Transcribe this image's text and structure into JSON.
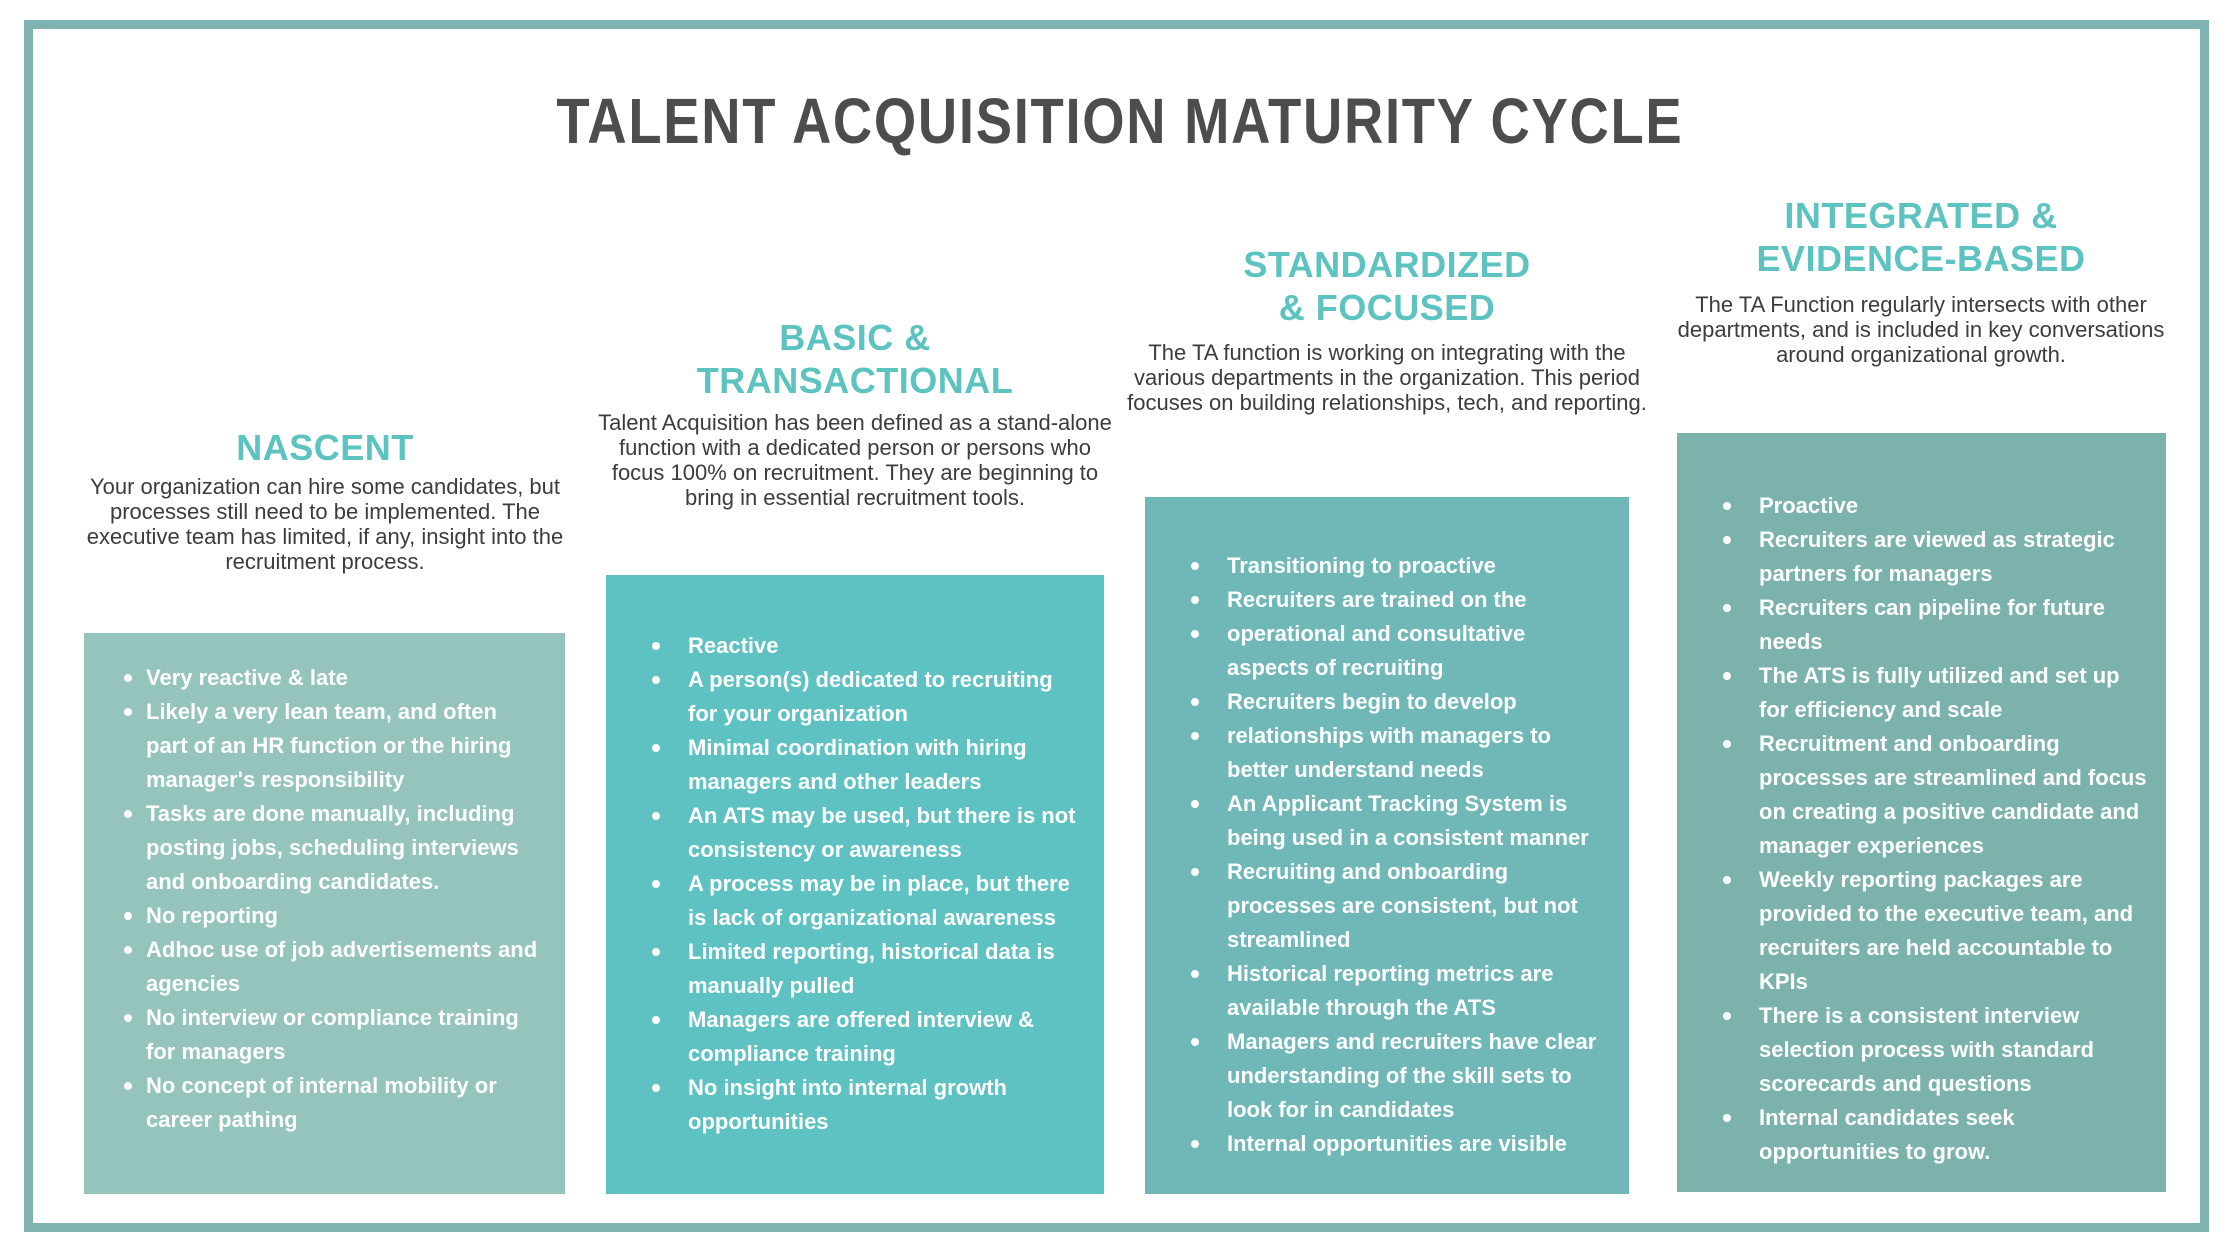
{
  "page": {
    "title": "TALENT ACQUISITION MATURITY CYCLE",
    "colors": {
      "frame_border": "#7fb3b0",
      "background": "#ffffff",
      "title_text": "#4d4d4d",
      "heading_accent": "#5cc3c1",
      "bullet_text": "#ffffff"
    }
  },
  "stages": [
    {
      "name": "NASCENT",
      "box_color": "#95c4bd",
      "description": "Your organization can hire some candidates, but processes still need to be implemented. The executive team has limited, if any, insight into the recruitment process.",
      "bullets": [
        "Very reactive & late",
        "Likely a very lean team, and often part of an HR function or the hiring manager's responsibility",
        "Tasks are done manually, including posting jobs, scheduling interviews and onboarding candidates.",
        "No reporting",
        "Adhoc use of job advertisements and agencies",
        "No interview or compliance training for managers",
        "No concept of internal mobility or career pathing"
      ]
    },
    {
      "name": "BASIC &\nTRANSACTIONAL",
      "box_color": "#5ec1c2",
      "description": "Talent Acquisition has been defined as a stand-alone function with a dedicated person or persons who focus 100% on recruitment. They are beginning to bring in essential recruitment tools.",
      "bullets": [
        "Reactive",
        "A person(s) dedicated to recruiting for your organization",
        "Minimal coordination with hiring managers and other leaders",
        "An ATS may be used, but there is not consistency or awareness",
        "A process may be in place, but there is lack of organizational awareness",
        "Limited reporting, historical data is manually pulled",
        "Managers are offered interview & compliance training",
        "No insight into internal growth opportunities"
      ]
    },
    {
      "name": "STANDARDIZED\n& FOCUSED",
      "box_color": "#6fb8b7",
      "description": "The TA function is working on integrating with the various departments in the organization. This period focuses on building relationships, tech, and reporting.",
      "bullets": [
        "Transitioning to proactive",
        "Recruiters are trained on the",
        "operational and consultative aspects of recruiting",
        "Recruiters begin to develop",
        "relationships with managers to better understand needs",
        "An Applicant Tracking System is being used in a consistent manner",
        "Recruiting and onboarding processes are consistent, but not streamlined",
        "Historical reporting metrics are available through the ATS",
        "Managers and recruiters have clear understanding of the skill sets to look for in candidates",
        "Internal opportunities are visible"
      ]
    },
    {
      "name": "INTEGRATED &\nEVIDENCE-BASED",
      "box_color": "#7cb2ac",
      "description": "The TA Function regularly intersects with other departments, and is included in key conversations around organizational growth.",
      "bullets": [
        "Proactive",
        "Recruiters are viewed as strategic partners for managers",
        "Recruiters can pipeline for future needs",
        "The ATS is fully utilized and set up for efficiency and scale",
        "Recruitment and onboarding processes are streamlined and focus on creating a positive candidate and manager experiences",
        "Weekly reporting packages are provided to the executive team, and recruiters are held accountable to KPIs",
        "There is a consistent interview selection process with standard scorecards and questions",
        "Internal candidates seek opportunities to grow."
      ]
    }
  ]
}
